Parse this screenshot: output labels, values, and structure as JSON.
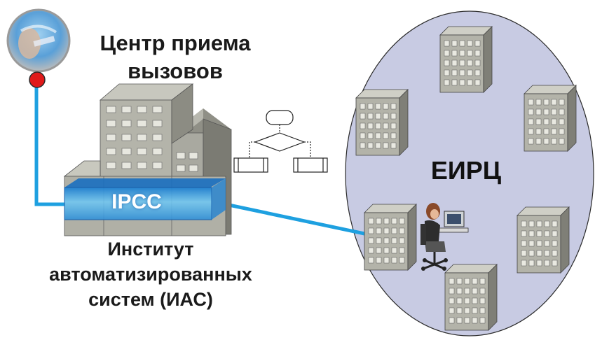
{
  "labels": {
    "call_center": [
      "Центр приема",
      "вызовов"
    ],
    "institute": [
      "Институт",
      "автоматизированных",
      "систем (ИАС)"
    ],
    "ipcc": "IPCC",
    "eirc": "ЕИРЦ"
  },
  "icons": [
    "phone-operator-avatar-icon",
    "building-icon",
    "flowchart-icon",
    "operator-at-computer-icon"
  ],
  "colors": {
    "link_line": "#1ea0e0",
    "ellipse_fill": "#c8cbe3",
    "ipcc_band": "#3fa9e6",
    "endpoint_dot": "#e01a1a"
  }
}
